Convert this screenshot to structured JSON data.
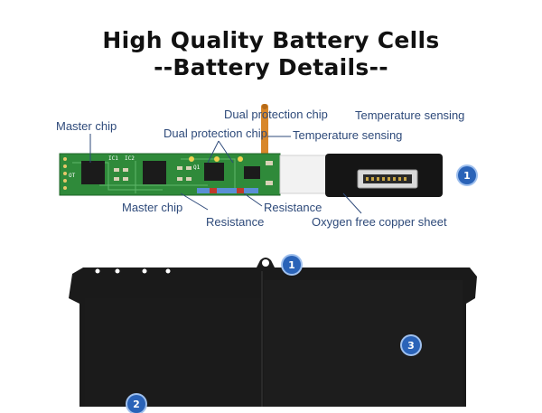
{
  "header": {
    "title_line1": "High Quality Battery Cells",
    "title_line2": "--Battery Details--"
  },
  "labels": {
    "master_chip_top": "Master chip",
    "dual_protection_chip_top": "Dual protection chip",
    "temperature_sensing_top": "Temperature sensing",
    "dual_protection_chip_mid": "Dual protection chip",
    "temperature_sensing_mid": "Temperature sensing",
    "master_chip_bottom": "Master chip",
    "resistance_left": "Resistance",
    "resistance_right": "Resistance",
    "oxygen_free_copper_sheet": "Oxygen free copper sheet"
  },
  "pcb_markings": {
    "ic1": "IC1",
    "ic2": "IC2",
    "q1": "Q1",
    "ot": "OT"
  },
  "badges": {
    "pcb_connector": "1",
    "battery_tab": "1",
    "battery_cell_a": "3",
    "battery_cell_b": "2"
  },
  "colors": {
    "label_text": "#2e4a7a",
    "badge_fill": "#2a63b8",
    "pcb_green": "#2f8a3a",
    "battery_black": "#1a1a1a",
    "flex_cable_orange": "#d8872a"
  }
}
